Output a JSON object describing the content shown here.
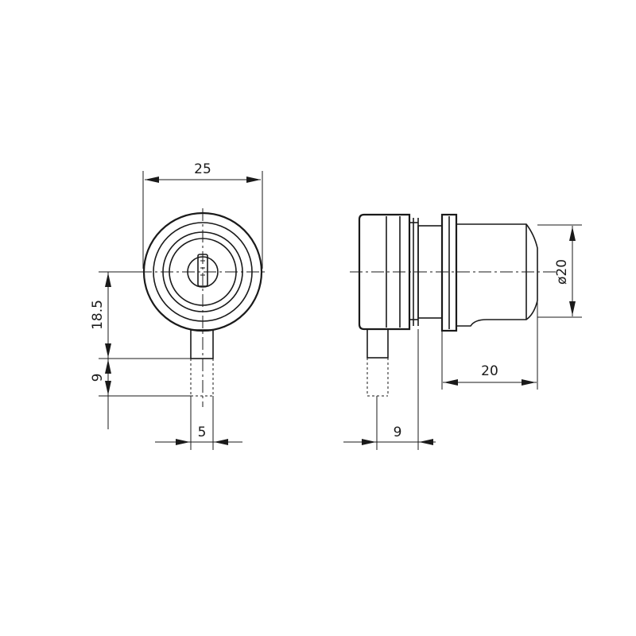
{
  "front_view": {
    "width_dim": "25",
    "height_dim": "18.5",
    "pin_length_dim": "9",
    "pin_width_dim": "5"
  },
  "side_view": {
    "diameter_dim": "ø20",
    "body_length_dim": "20",
    "pin_offset_dim": "9"
  },
  "colors": {
    "line": "#1a1a1a",
    "background": "#ffffff"
  }
}
